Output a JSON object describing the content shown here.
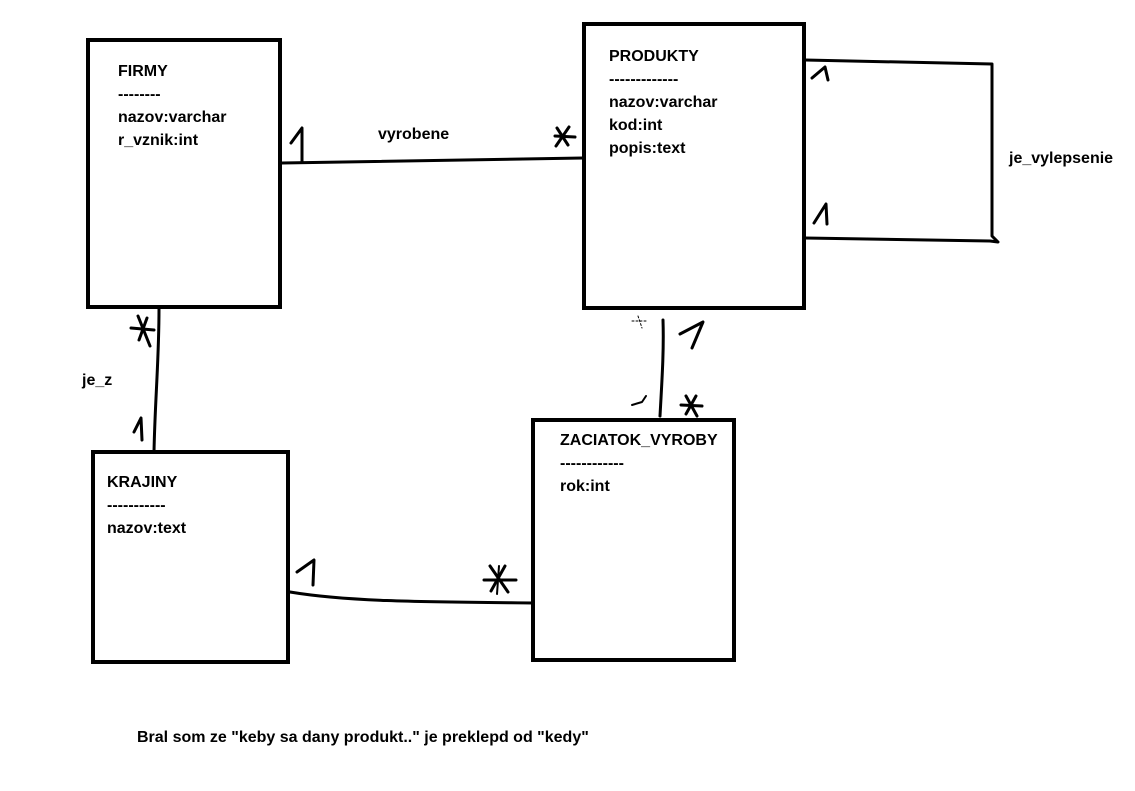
{
  "entities": {
    "firmy": {
      "title": "FIRMY",
      "separator": "--------",
      "attributes": [
        "nazov:varchar",
        "r_vznik:int"
      ]
    },
    "produkty": {
      "title": "PRODUKTY",
      "separator": "-------------",
      "attributes": [
        "nazov:varchar",
        "kod:int",
        "popis:text"
      ]
    },
    "krajiny": {
      "title": "KRAJINY",
      "separator": "-----------",
      "attributes": [
        "nazov:text"
      ]
    },
    "zaciatok_vyroby": {
      "title": "ZACIATOK_VYROBY",
      "separator": "------------",
      "attributes": [
        "rok:int"
      ]
    }
  },
  "relationships": {
    "vyrobene": {
      "label": "vyrobene"
    },
    "je_vylepsenie": {
      "label": "je_vylepsenie"
    },
    "je_z": {
      "label": "je_z"
    }
  },
  "note": "Bral som ze \"keby sa dany produkt..\" je preklepd od \"kedy\""
}
